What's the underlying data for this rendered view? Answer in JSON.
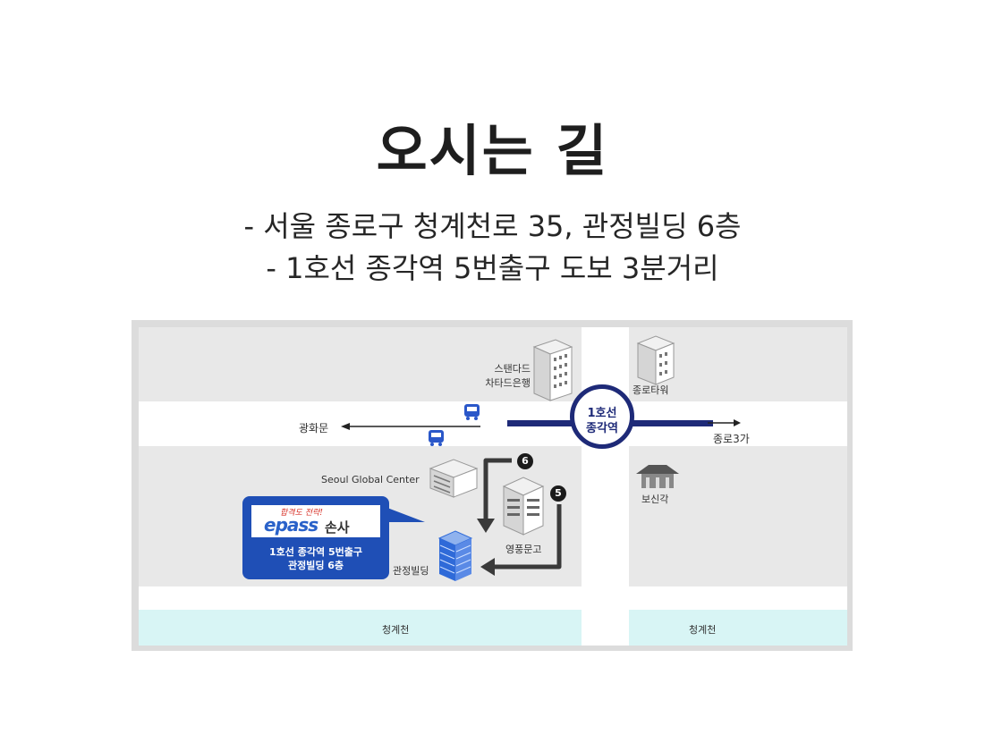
{
  "title": "오시는 길",
  "address": {
    "line1": "- 서울 종로구 청계천로 35, 관정빌딩 6층",
    "line2": "- 1호선 종각역 5번출구 도보 3분거리"
  },
  "map": {
    "station": {
      "line": "1호선",
      "name": "종각역"
    },
    "labels": {
      "standard_chartered": [
        "스탠다드",
        "차타드은행"
      ],
      "jongno_tower": "종로타워",
      "gwanghwamun": "광화문",
      "jongno3ga": "종로3가",
      "seoul_global_center": "Seoul Global Center",
      "bosingak": "보신각",
      "youngpoong": "영풍문고",
      "gwanjeong": "관정빌딩",
      "cheonggyecheon_left": "청계천",
      "cheonggyecheon_right": "청계천"
    },
    "exits": {
      "six": "6",
      "five": "5"
    },
    "callout": {
      "slogan": "합격도 전략!",
      "brand": "epass",
      "branch": "손사",
      "line1": "1호선 종각역 5번출구",
      "line2": "관정빌딩 6층"
    },
    "colors": {
      "road": "#ffffff",
      "block": "#e8e8e8",
      "stream": "#d8f5f5",
      "subway_line": "#1e2a78",
      "callout": "#1f4fb6",
      "building_blue": "#2f6ad8"
    },
    "icons": [
      "bus-icon",
      "bus-icon",
      "office-building-icon",
      "pavilion-icon"
    ]
  }
}
